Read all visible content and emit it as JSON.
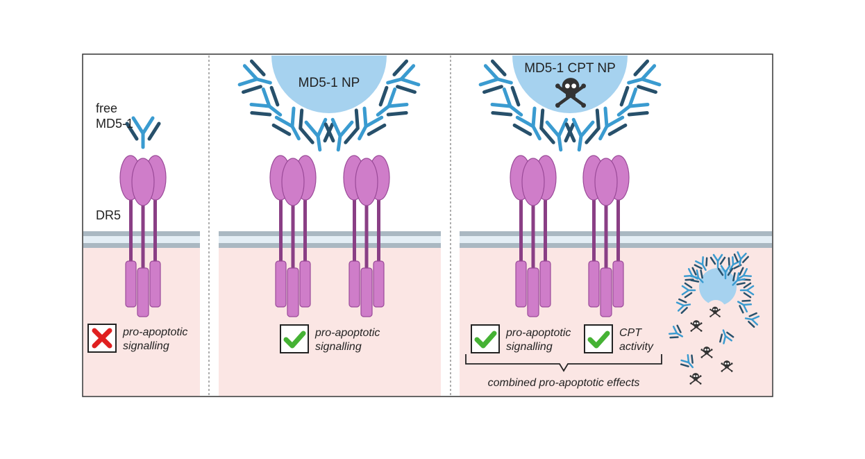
{
  "panel1": {
    "antibody_label_line1": "free",
    "antibody_label_line2": "MD5-1",
    "receptor_label": "DR5",
    "status": "cross",
    "signal_line1": "pro-apoptotic",
    "signal_line2": "signalling"
  },
  "panel2": {
    "np_label": "MD5-1 NP",
    "status": "check",
    "signal_line1": "pro-apoptotic",
    "signal_line2": "signalling"
  },
  "panel3": {
    "np_label": "MD5-1 CPT NP",
    "status1": "check",
    "signal_line1": "pro-apoptotic",
    "signal_line2": "signalling",
    "status2": "check",
    "cpt_line1": "CPT",
    "cpt_line2": "activity",
    "combined_label": "combined pro-apoptotic effects"
  },
  "colors": {
    "receptor_fill": "#cf7dc9",
    "receptor_stroke": "#9a4a98",
    "receptor_stalk": "#8a3f85",
    "antibody_light": "#3a9bd0",
    "antibody_dark": "#27506b",
    "nanoparticle": "#a6d2ef",
    "cytoplasm": "#fbe6e4",
    "membrane": "#aab8c2",
    "check": "#45b234",
    "cross": "#e02020"
  },
  "icons": {
    "cross": "x-mark-icon",
    "check": "check-mark-icon",
    "toxin": "skull-crossbones-icon"
  }
}
